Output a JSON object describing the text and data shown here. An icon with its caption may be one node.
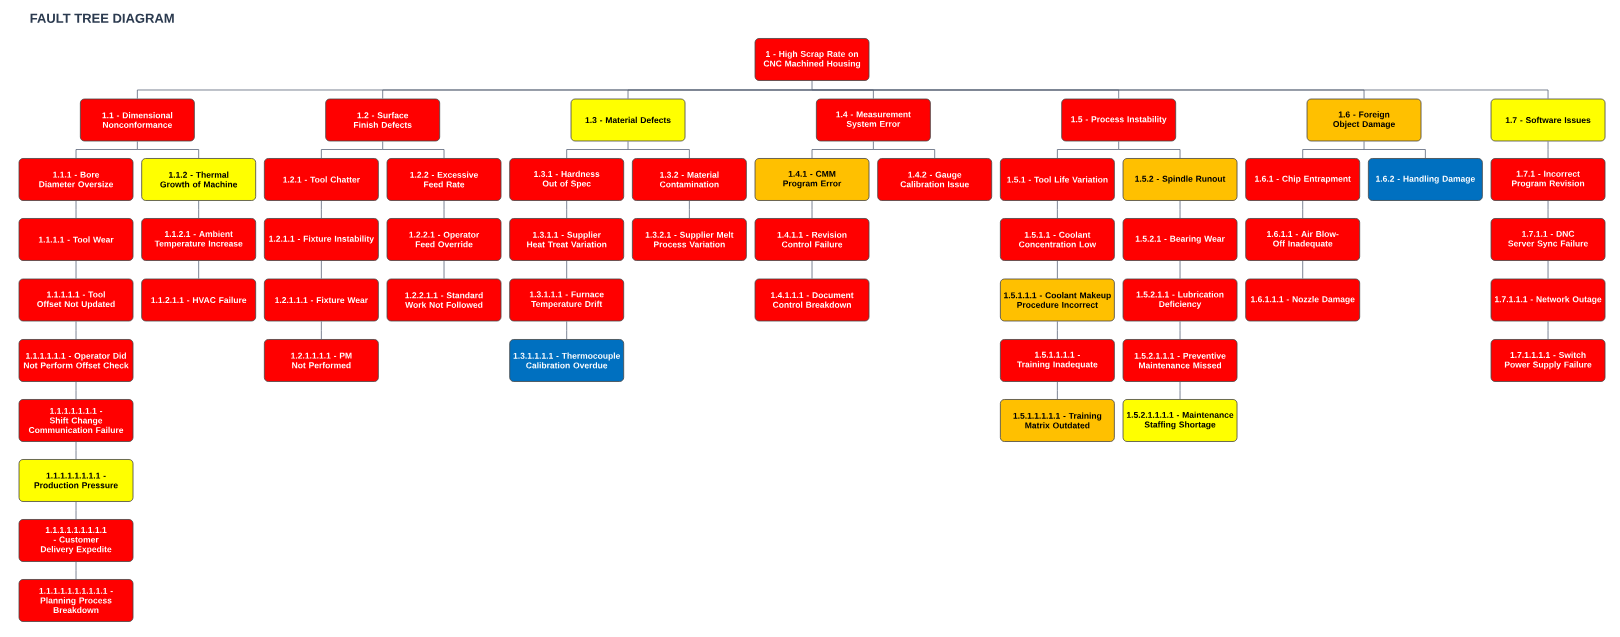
{
  "diagram": {
    "title": "FAULT TREE DIAGRAM",
    "nodes": [
      {
        "text": [
          "1 - High Scrap Rate on CNC Machined Housing"
        ]
      },
      {
        "text": [
          "1.1 - Dimensional Nonconformance"
        ]
      },
      {
        "text": [
          "1.2 - Surface Finish Defects"
        ]
      },
      {
        "text": [
          "1.3 - Material Defects"
        ]
      },
      {
        "text": [
          "1.4 - Measurement System Error"
        ]
      },
      {
        "text": [
          "1.5 - Process Instability"
        ]
      },
      {
        "text": [
          "1.6 - Foreign Object Damage"
        ]
      },
      {
        "text": [
          "1.7 - Software Issues"
        ]
      },
      {
        "text": [
          "1.1.1 - Bore Diameter Oversize"
        ]
      },
      {
        "text": [
          "1.1.2 - Thermal Growth of Machine"
        ]
      },
      {
        "text": [
          "1.2.1 - Tool Chatter"
        ]
      },
      {
        "text": [
          "1.2.2 - Excessive Feed Rate"
        ]
      },
      {
        "text": [
          "1.3.1 - Hardness Out of Spec"
        ]
      },
      {
        "text": [
          "1.3.2 - Material Contamination"
        ]
      },
      {
        "text": [
          "1.4.1 - CMM Program Error"
        ]
      },
      {
        "text": [
          "1.4.2 - Gauge Calibration Issue"
        ]
      },
      {
        "text": [
          "1.5.1 - Tool Life Variation"
        ]
      },
      {
        "text": [
          "1.5.2 - Spindle Runout"
        ]
      },
      {
        "text": [
          "1.6.1 - Chip Entrapment"
        ]
      },
      {
        "text": [
          "1.6.2 - Handling Damage"
        ]
      },
      {
        "text": [
          "1.7.1 - Incorrect Program Revision"
        ]
      },
      {
        "text": [
          "1.1.1.1 - Tool Wear"
        ]
      },
      {
        "text": [
          "1.1.2.1 - Ambient Temperature Increase"
        ]
      },
      {
        "text": [
          "1.2.1.1 - Fixture Instability"
        ]
      },
      {
        "text": [
          "1.2.2.1 - Operator Feed Override"
        ]
      },
      {
        "text": [
          "1.3.1.1 - Supplier Heat Treat Variation"
        ]
      },
      {
        "text": [
          "1.3.2.1 - Supplier Melt Process Variation"
        ]
      },
      {
        "text": [
          "1.4.1.1 - Revision Control Failure"
        ]
      },
      {
        "text": [
          "1.5.1.1 - Coolant Concentration Low"
        ]
      },
      {
        "text": [
          "1.5.2.1 - Bearing Wear"
        ]
      },
      {
        "text": [
          "1.6.1.1 - Air Blow-Off Inadequate"
        ]
      },
      {
        "text": [
          "1.7.1.1 - DNC Server Sync Failure"
        ]
      },
      {
        "text": [
          "1.1.1.1.1 - Tool Offset Not Updated"
        ]
      },
      {
        "text": [
          "1.1.2.1.1 - HVAC Failure"
        ]
      },
      {
        "text": [
          "1.2.1.1.1 - Fixture Wear"
        ]
      },
      {
        "text": [
          "1.2.2.1.1 - Standard Work Not Followed"
        ]
      },
      {
        "text": [
          "1.3.1.1.1 - Furnace Temperature Drift"
        ]
      },
      {
        "text": [
          "1.4.1.1.1 - Document Control Breakdown"
        ]
      },
      {
        "text": [
          "1.5.1.1.1 - Coolant Makeup Procedure Incorrect"
        ]
      },
      {
        "text": [
          "1.5.2.1.1 - Lubrication Deficiency"
        ]
      },
      {
        "text": [
          "1.6.1.1.1 - Nozzle Damage"
        ]
      },
      {
        "text": [
          "1.7.1.1.1 - Network Outage"
        ]
      },
      {
        "text": [
          "1.1.1.1.1.1 - Operator Did Not Perform Offset Check"
        ]
      },
      {
        "text": [
          "1.2.1.1.1.1 - PM Not Performed"
        ]
      },
      {
        "text": [
          "1.3.1.1.1.1 - Thermocouple Calibration Overdue"
        ]
      },
      {
        "text": [
          "1.5.1.1.1.1 - Training Inadequate"
        ]
      },
      {
        "text": [
          "1.5.2.1.1.1 - Preventive Maintenance Missed"
        ]
      },
      {
        "text": [
          "1.7.1.1.1.1 - Switch Power Supply Failure"
        ]
      },
      {
        "text": [
          "1.1.1.1.1.1.1 - Shift Change Communication Failure"
        ]
      },
      {
        "text": [
          "1.5.1.1.1.1.1 - Training Matrix Outdated"
        ]
      },
      {
        "text": [
          "1.5.2.1.1.1.1 - Maintenance Staffing Shortage"
        ]
      },
      {
        "text": [
          "1.1.1.1.1.1.1.1 - Production Pressure"
        ]
      },
      {
        "text": [
          "1.1.1.1.1.1.1.1.1 - Customer Delivery Expedite"
        ]
      },
      {
        "text": [
          "1.1.1.1.1.1.1.1.1.1 - Planning Process Breakdown"
        ]
      }
    ],
    "edges": [
      {
        "from": 0,
        "to": 1,
        "arrow": "none"
      },
      {
        "from": 0,
        "to": 2,
        "arrow": "none"
      },
      {
        "from": 0,
        "to": 3,
        "arrow": "none"
      },
      {
        "from": 0,
        "to": 4,
        "arrow": "none"
      },
      {
        "from": 0,
        "to": 5,
        "arrow": "none"
      },
      {
        "from": 0,
        "to": 6,
        "arrow": "none"
      },
      {
        "from": 0,
        "to": 7,
        "arrow": "none"
      },
      {
        "from": 1,
        "to": 8,
        "arrow": "none"
      },
      {
        "from": 1,
        "to": 9,
        "arrow": "none"
      },
      {
        "from": 2,
        "to": 10,
        "arrow": "none"
      },
      {
        "from": 2,
        "to": 11,
        "arrow": "none"
      },
      {
        "from": 3,
        "to": 12,
        "arrow": "none"
      },
      {
        "from": 3,
        "to": 13,
        "arrow": "none"
      },
      {
        "from": 4,
        "to": 14,
        "arrow": "none"
      },
      {
        "from": 4,
        "to": 15,
        "arrow": "none"
      },
      {
        "from": 5,
        "to": 16,
        "arrow": "none"
      },
      {
        "from": 5,
        "to": 17,
        "arrow": "none"
      },
      {
        "from": 6,
        "to": 18,
        "arrow": "none"
      },
      {
        "from": 6,
        "to": 19,
        "arrow": "none"
      },
      {
        "from": 7,
        "to": 20,
        "arrow": "none"
      },
      {
        "from": 8,
        "to": 21,
        "arrow": "none"
      },
      {
        "from": 9,
        "to": 22,
        "arrow": "none"
      },
      {
        "from": 10,
        "to": 23,
        "arrow": "none"
      },
      {
        "from": 11,
        "to": 24,
        "arrow": "none"
      },
      {
        "from": 12,
        "to": 25,
        "arrow": "none"
      },
      {
        "from": 13,
        "to": 26,
        "arrow": "none"
      },
      {
        "from": 14,
        "to": 27,
        "arrow": "none"
      },
      {
        "from": 16,
        "to": 28,
        "arrow": "none"
      },
      {
        "from": 17,
        "to": 29,
        "arrow": "none"
      },
      {
        "from": 18,
        "to": 30,
        "arrow": "none"
      },
      {
        "from": 20,
        "to": 31,
        "arrow": "none"
      },
      {
        "from": 21,
        "to": 32,
        "arrow": "none"
      },
      {
        "from": 22,
        "to": 33,
        "arrow": "none"
      },
      {
        "from": 23,
        "to": 34,
        "arrow": "none"
      },
      {
        "from": 24,
        "to": 35,
        "arrow": "none"
      },
      {
        "from": 25,
        "to": 36,
        "arrow": "none"
      },
      {
        "from": 27,
        "to": 37,
        "arrow": "none"
      },
      {
        "from": 28,
        "to": 38,
        "arrow": "none"
      },
      {
        "from": 29,
        "to": 39,
        "arrow": "none"
      },
      {
        "from": 30,
        "to": 40,
        "arrow": "none"
      },
      {
        "from": 31,
        "to": 41,
        "arrow": "none"
      },
      {
        "from": 32,
        "to": 42,
        "arrow": "none"
      },
      {
        "from": 34,
        "to": 43,
        "arrow": "none"
      },
      {
        "from": 36,
        "to": 44,
        "arrow": "none"
      },
      {
        "from": 38,
        "to": 45,
        "arrow": "none"
      },
      {
        "from": 39,
        "to": 46,
        "arrow": "none"
      },
      {
        "from": 41,
        "to": 47,
        "arrow": "none"
      },
      {
        "from": 42,
        "to": 48,
        "arrow": "none"
      },
      {
        "from": 45,
        "to": 49,
        "arrow": "none"
      },
      {
        "from": 46,
        "to": 50,
        "arrow": "none"
      },
      {
        "from": 48,
        "to": 51,
        "arrow": "none"
      },
      {
        "from": 51,
        "to": 52,
        "arrow": "none"
      },
      {
        "from": 52,
        "to": 53,
        "arrow": "none"
      }
    ]
  }
}
